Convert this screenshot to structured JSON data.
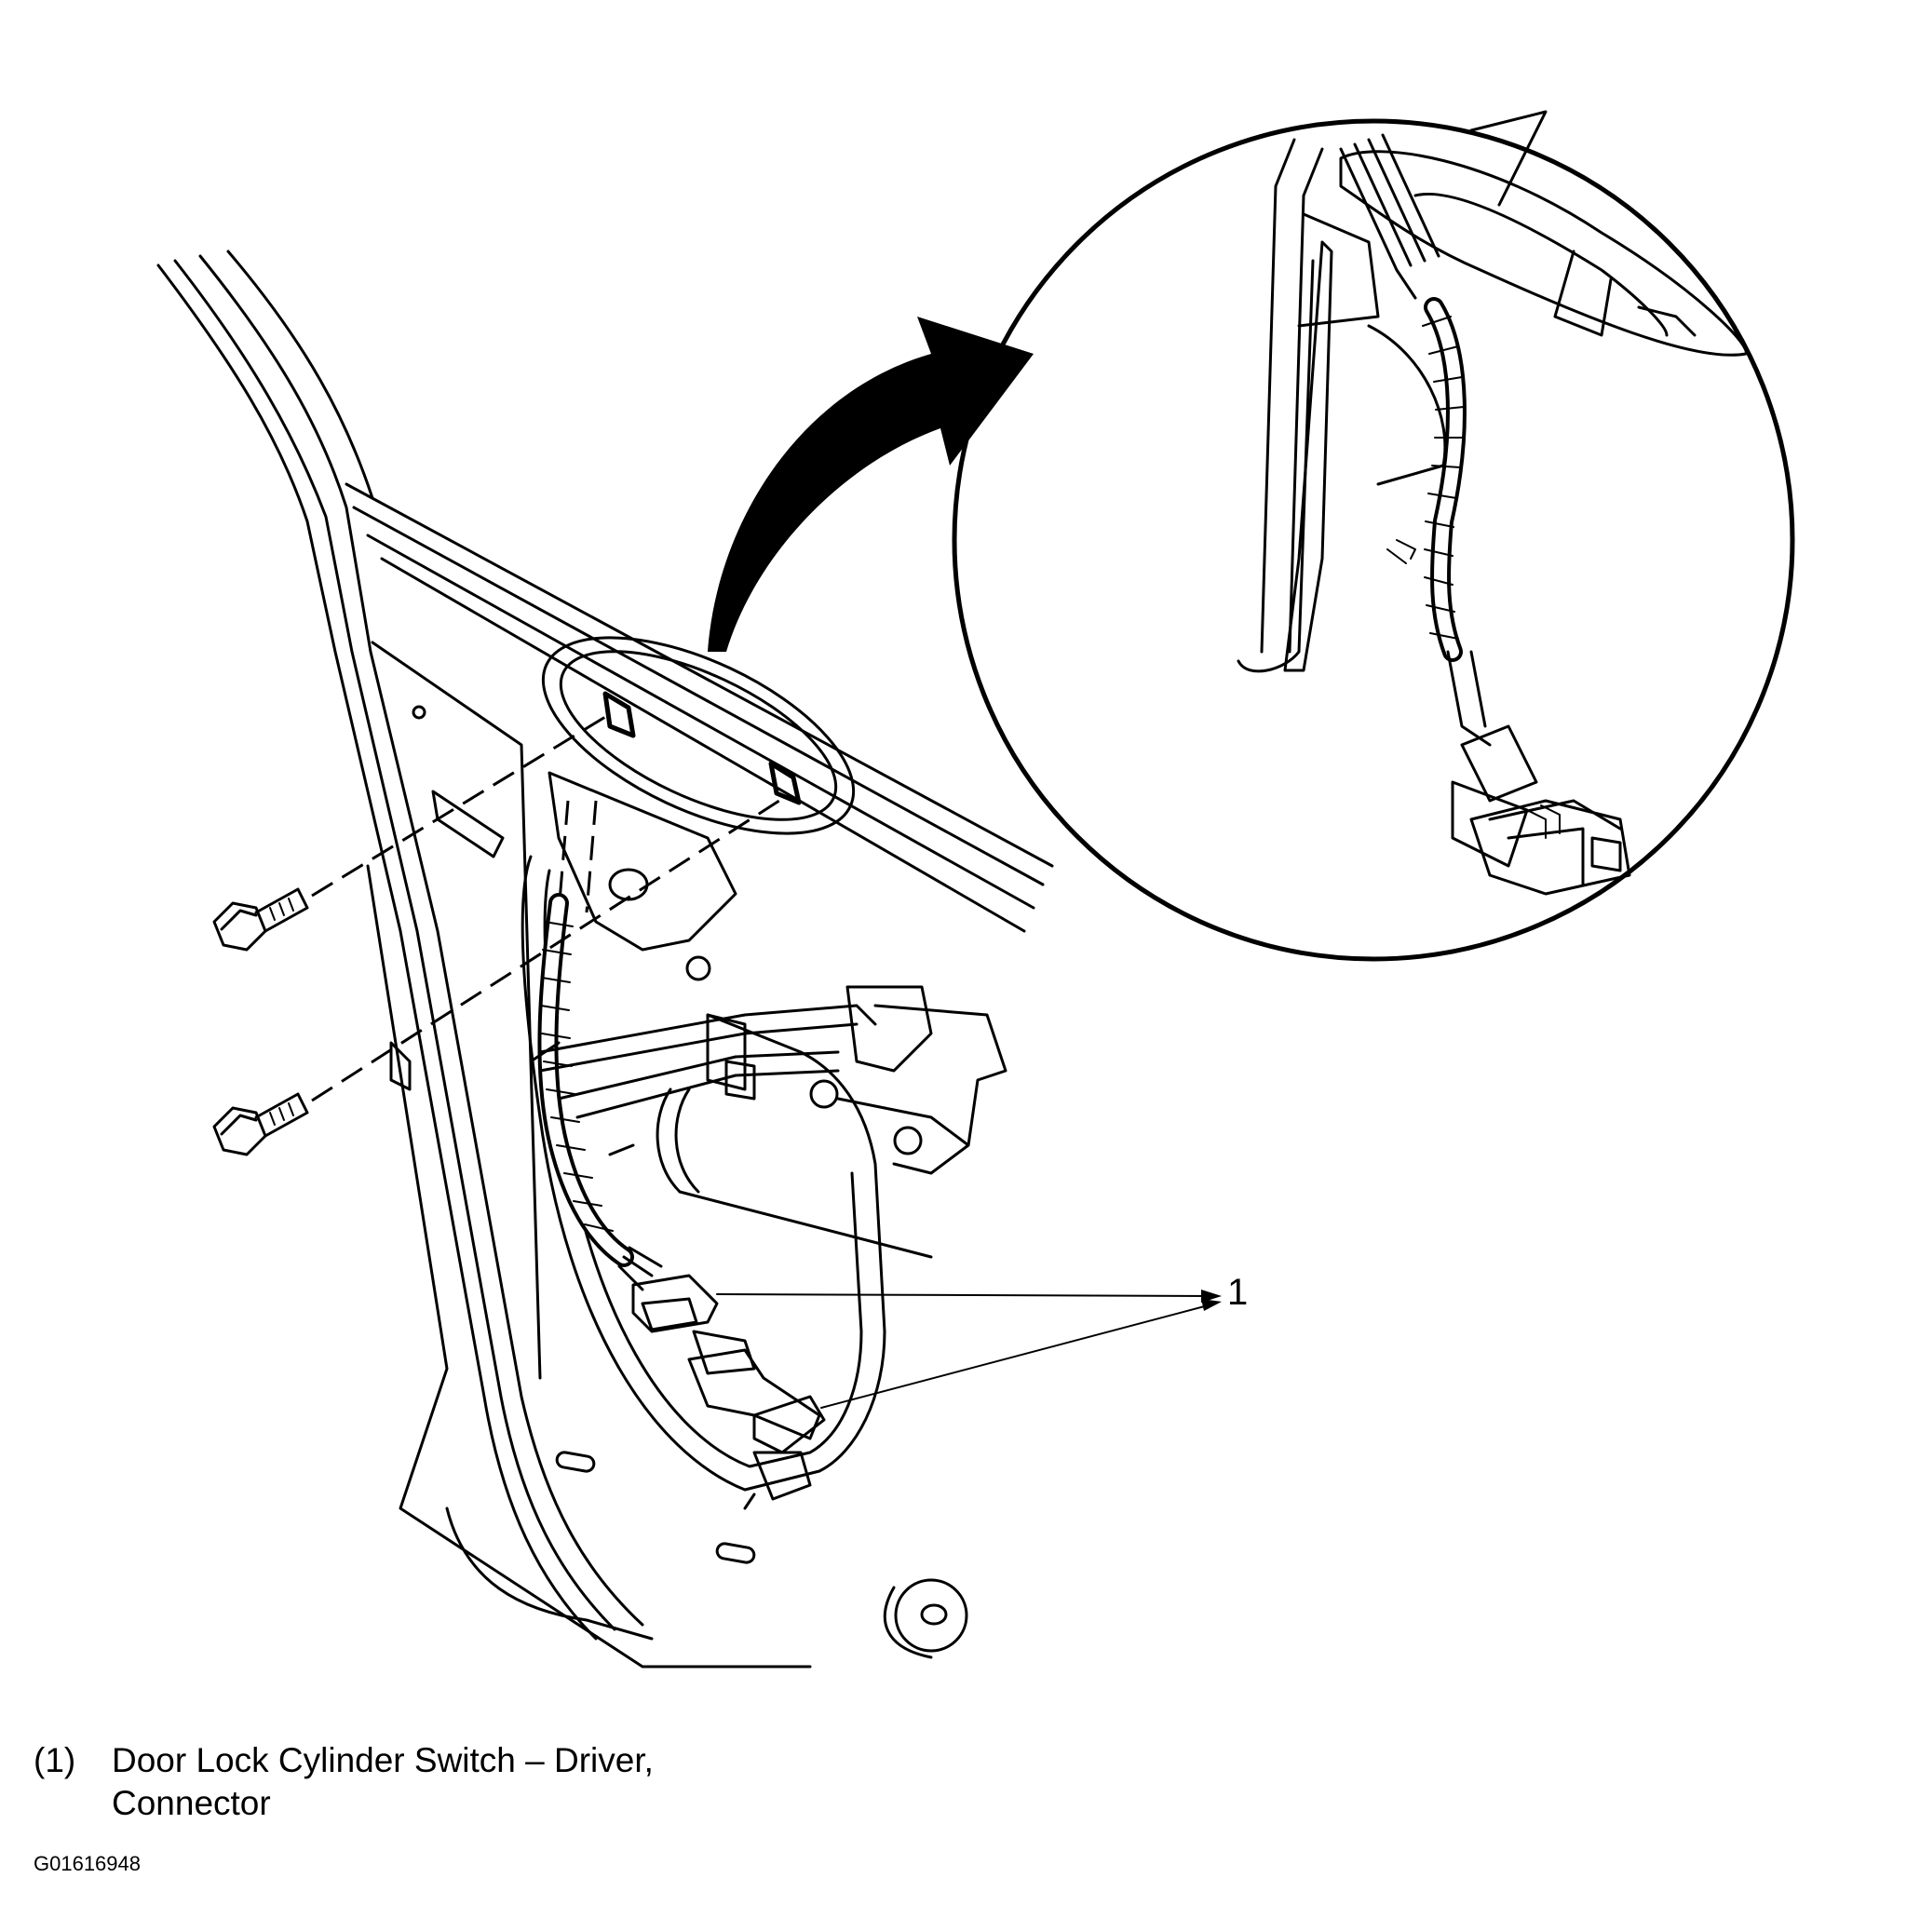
{
  "callouts": [
    {
      "number": "1"
    }
  ],
  "legend": [
    {
      "number": "(1)",
      "text": "Door Lock Cylinder Switch – Driver, Connector"
    }
  ],
  "figure_id": "G01616948",
  "icons": [
    "bolt-icon",
    "curved-arrow-icon",
    "connector-icon",
    "wire-harness-icon"
  ],
  "colors": {
    "line": "#000000",
    "background": "#ffffff"
  }
}
